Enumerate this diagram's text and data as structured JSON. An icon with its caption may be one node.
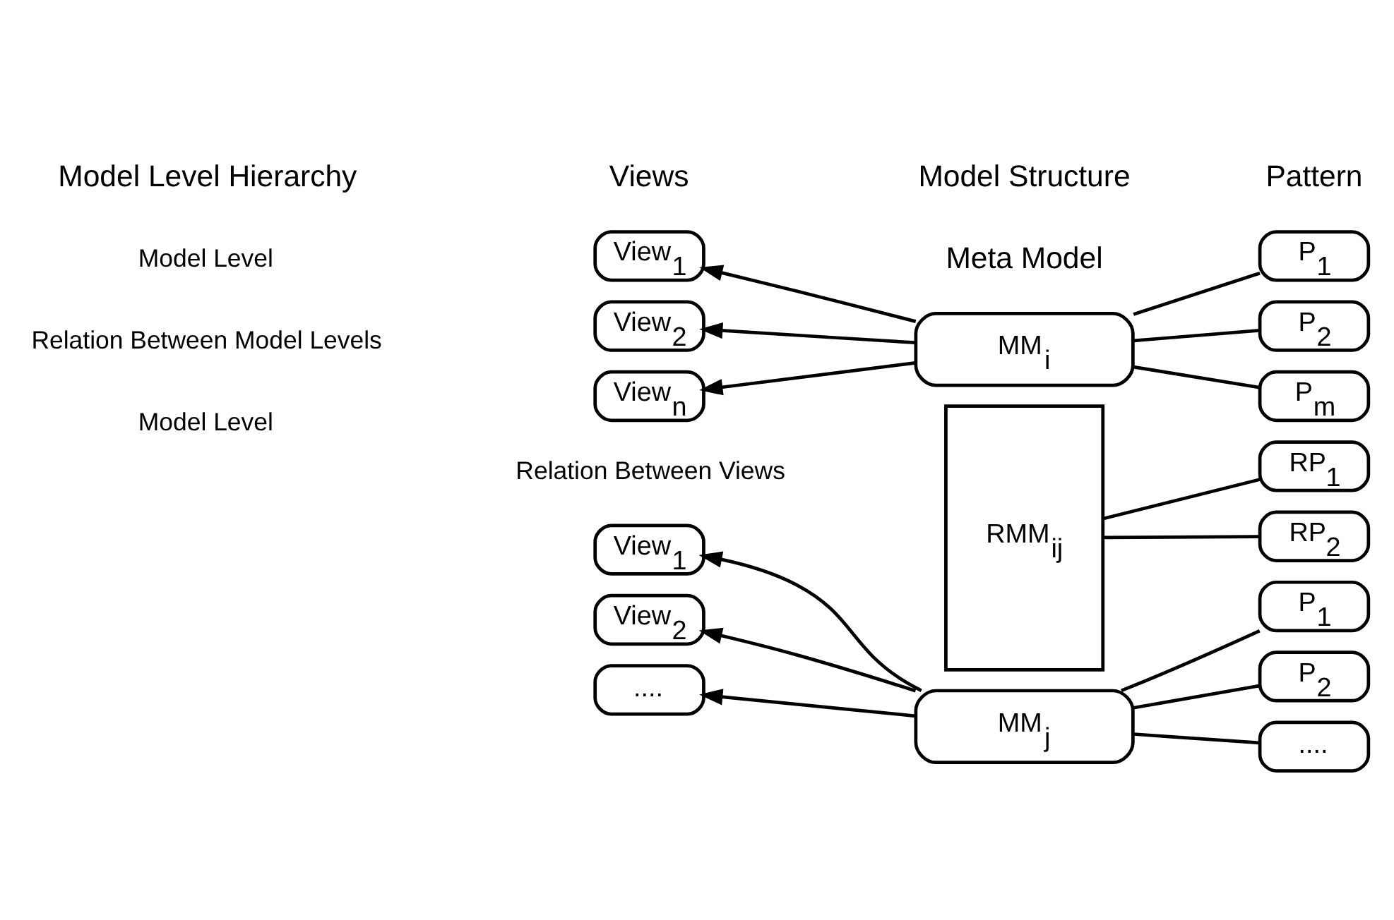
{
  "diagram": {
    "nodes": [
      {
        "text": [
          "View$_{1}$"
        ]
      },
      {
        "text": [
          "View$_{2}$"
        ]
      },
      {
        "text": [
          "View$_{n}$"
        ]
      },
      {
        "text": [
          "MM$_{i}$"
        ]
      },
      {
        "text": [
          "P$_{1}$"
        ]
      },
      {
        "text": [
          "P$_{2}$"
        ]
      },
      {
        "text": [
          "P$_{m}$"
        ]
      },
      {
        "text": [
          "RMM$_{ij}$"
        ]
      },
      {
        "text": [
          "RP$_{1}$"
        ]
      },
      {
        "text": [
          "RP$_{2}$"
        ]
      },
      {
        "text": [
          "View$_{1}$"
        ]
      },
      {
        "text": [
          "View$_{2}$"
        ]
      },
      {
        "text": [
          "...."
        ]
      },
      {
        "text": [
          "MM$_{j}$"
        ]
      },
      {
        "text": [
          "P$_{1}$"
        ]
      },
      {
        "text": [
          "P$_{2}$"
        ]
      },
      {
        "text": [
          "...."
        ]
      }
    ],
    "edges": [
      {
        "from": 3,
        "to": 0,
        "arrow": "to"
      },
      {
        "from": 3,
        "to": 1,
        "arrow": "to"
      },
      {
        "from": 3,
        "to": 2,
        "arrow": "to"
      },
      {
        "from": 3,
        "to": 4,
        "arrow": "none"
      },
      {
        "from": 3,
        "to": 5,
        "arrow": "none"
      },
      {
        "from": 3,
        "to": 6,
        "arrow": "none"
      },
      {
        "from": 7,
        "to": 8,
        "arrow": "none"
      },
      {
        "from": 7,
        "to": 9,
        "arrow": "none"
      },
      {
        "from": 13,
        "to": 10,
        "arrow": "to"
      },
      {
        "from": 13,
        "to": 11,
        "arrow": "to"
      },
      {
        "from": 13,
        "to": 12,
        "arrow": "to"
      },
      {
        "from": 13,
        "to": 14,
        "arrow": "none"
      },
      {
        "from": 13,
        "to": 15,
        "arrow": "none"
      },
      {
        "from": 13,
        "to": 16,
        "arrow": "none"
      }
    ],
    "labels": [
      "Model Level Hierarchy",
      "Model Structure",
      "Views",
      "Meta Model",
      "Pattern",
      "Model Level",
      "Relation Between Model Levels",
      "Relation Between Views",
      "Model Level"
    ]
  }
}
